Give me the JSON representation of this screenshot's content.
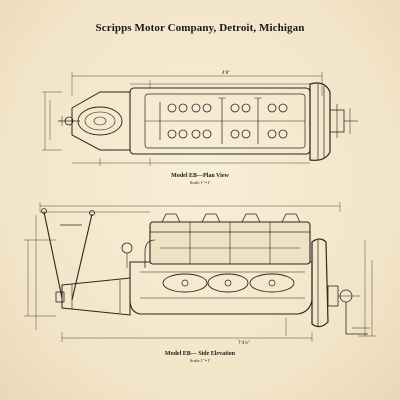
{
  "document": {
    "title": "Scripps Motor Company, Detroit, Michigan"
  },
  "plan_view": {
    "caption": "Model EB—Plan View",
    "scale": "Scale 1\"=1'"
  },
  "side_elevation": {
    "caption": "Model EB— Side Elevation",
    "scale": "Scale 1\"=1'"
  },
  "dimensions": {
    "plan_overall": "4'8\"",
    "side_overall": "7'4½\""
  },
  "colors": {
    "paper": "#f4e8cf",
    "ink": "#2a2620"
  }
}
